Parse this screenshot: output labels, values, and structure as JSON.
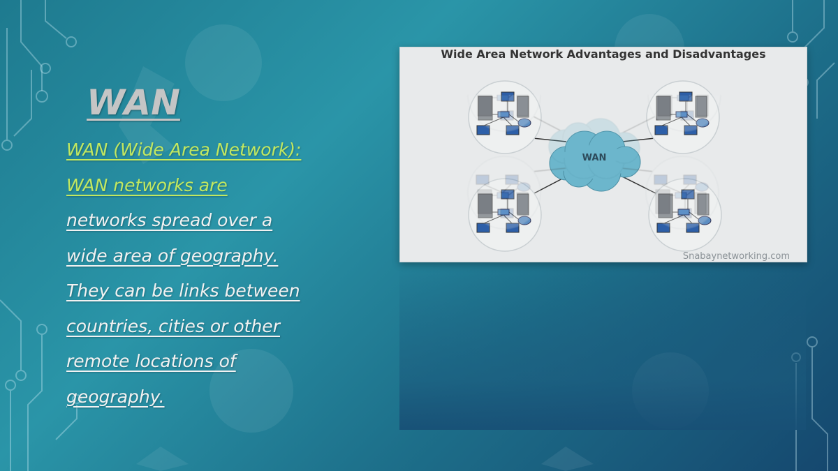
{
  "slide": {
    "title": "WAN",
    "body_lines": [
      {
        "text": "WAN (Wide Area Network):",
        "accent": true
      },
      {
        "text": "WAN networks are",
        "accent": true
      },
      {
        "text": "networks spread over a",
        "accent": false
      },
      {
        "text": "wide area of geography.",
        "accent": false
      },
      {
        "text": "They can be links between",
        "accent": false
      },
      {
        "text": "countries, cities or other",
        "accent": false
      },
      {
        "text": "remote locations of",
        "accent": false
      },
      {
        "text": "geography.",
        "accent": false
      }
    ]
  },
  "diagram": {
    "title": "Wide Area Network Advantages and Disadvantages",
    "cloud_label": "WAN",
    "credit": "Snabaynetworking.com",
    "cluster_icon": "lan-cluster-icon",
    "cloud_icon": "cloud-icon"
  },
  "colors": {
    "accent_text": "#c2e860",
    "body_text": "#f2f2f2",
    "title_text": "#c5c5c5",
    "cloud_fill": "#6cb6cc"
  }
}
